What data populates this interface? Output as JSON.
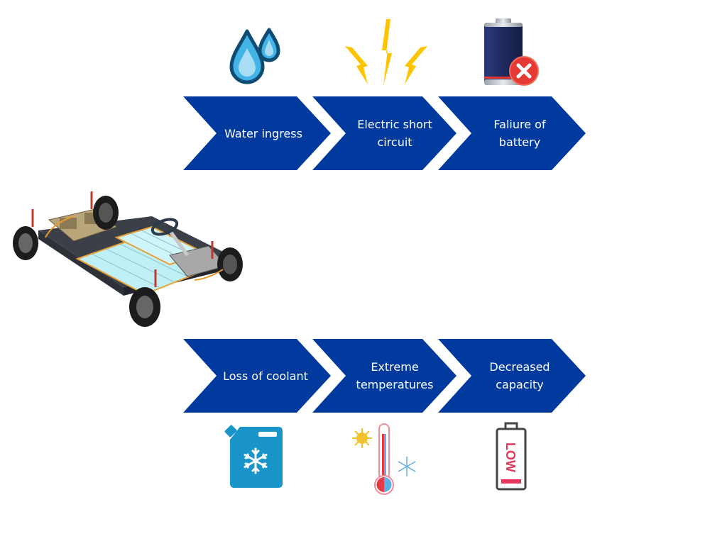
{
  "colors": {
    "chevron": "#003A9E",
    "water_dark": "#0F4C73",
    "water_light": "#6FC7EC",
    "bolt": "#FFC400",
    "battery_body": "#1E2A5E",
    "error_red": "#E53935",
    "coolant": "#1A95C9",
    "low_red": "#E8365A"
  },
  "top_row": {
    "steps": [
      {
        "label": "Water ingress",
        "icon": "water-drops-icon"
      },
      {
        "label": "Electric short circuit",
        "icon": "lightning-bolts-icon"
      },
      {
        "label": "Faliure of battery",
        "icon": "battery-failure-icon"
      }
    ]
  },
  "bottom_row": {
    "steps": [
      {
        "label": "Loss of coolant",
        "icon": "coolant-canister-icon"
      },
      {
        "label": "Extreme temperatures",
        "icon": "thermometer-icon"
      },
      {
        "label": "Decreased capacity",
        "icon": "low-battery-icon"
      }
    ]
  },
  "low_battery_text": "LOW",
  "center_image": "ev-chassis-battery-image"
}
